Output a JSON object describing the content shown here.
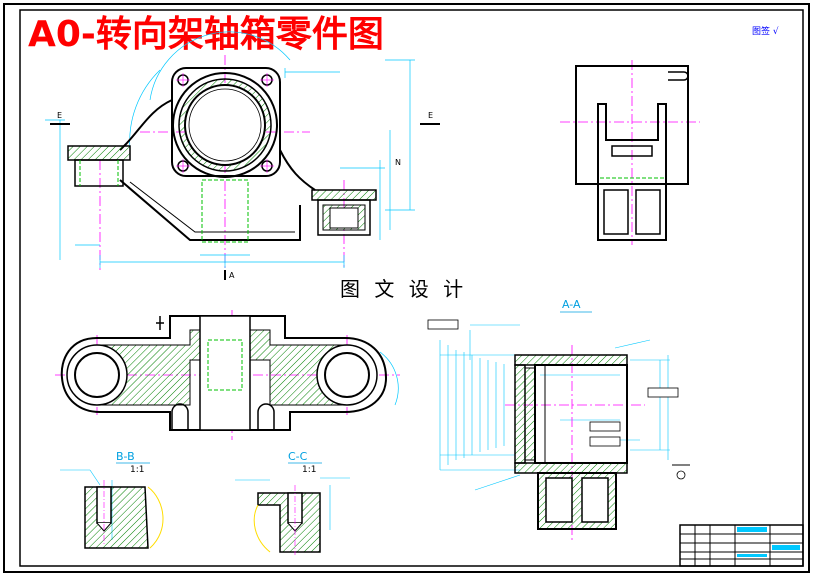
{
  "drawing": {
    "title": "A0-转向架轴箱零件图",
    "watermark": "图 文 设 计",
    "stamp": "图签 √",
    "section_labels": {
      "aa": "A-A",
      "bb": "B-B",
      "cc": "C-C",
      "bb_scale": "1:1",
      "cc_scale": "1:1"
    },
    "view_markers": {
      "e": "E",
      "a": "A",
      "n": "N"
    }
  },
  "colors": {
    "frame": "#000000",
    "title": "#ff0000",
    "part_outline": "#000000",
    "dimension": "#00c8ff",
    "centerline": "#ff00ff",
    "hidden": "#00c000",
    "hatch": "#008000",
    "annotation": "#0000ff",
    "highlight": "#ffff00"
  }
}
